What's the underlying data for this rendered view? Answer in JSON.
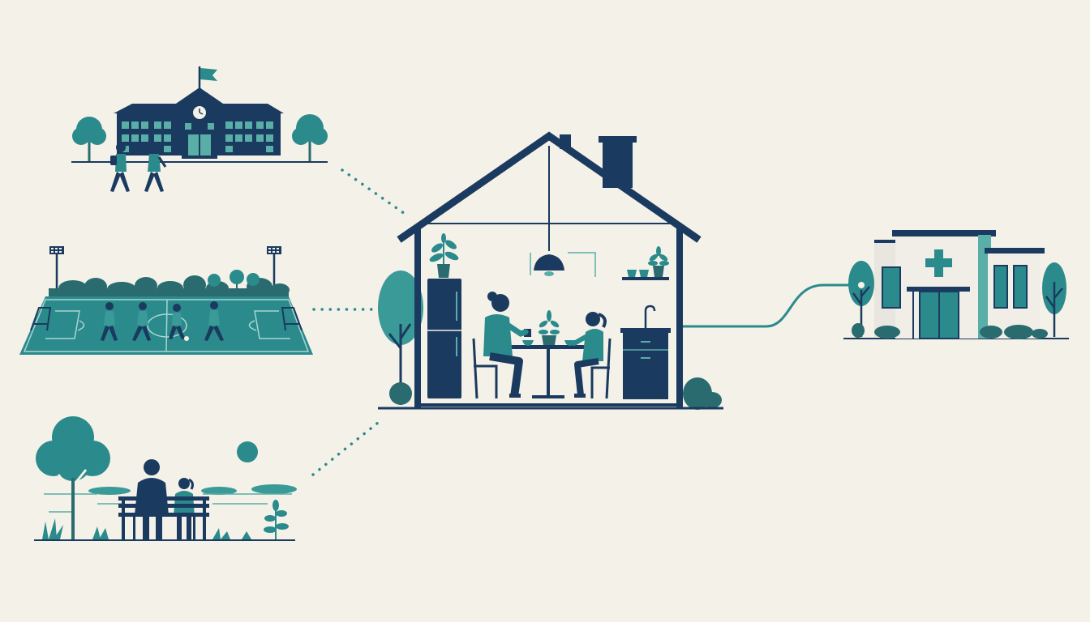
{
  "scene": {
    "description_free": true,
    "colors": {
      "background": "#f4f1e8",
      "navy": "#1a3a5f",
      "teal": "#2a8a8c",
      "teal_light": "#5aaea8",
      "teal_mid": "#3a9a98",
      "dark_teal": "#2a6b70"
    },
    "icons": [
      "school-icon",
      "sports-field-icon",
      "park-bench-icon",
      "house-icon",
      "clinic-icon"
    ],
    "connections": [
      {
        "from": "school",
        "to": "home",
        "style": "dotted"
      },
      {
        "from": "sports-field",
        "to": "home",
        "style": "dotted"
      },
      {
        "from": "park",
        "to": "home",
        "style": "dotted"
      },
      {
        "from": "home",
        "to": "clinic",
        "style": "solid-curve"
      }
    ]
  }
}
